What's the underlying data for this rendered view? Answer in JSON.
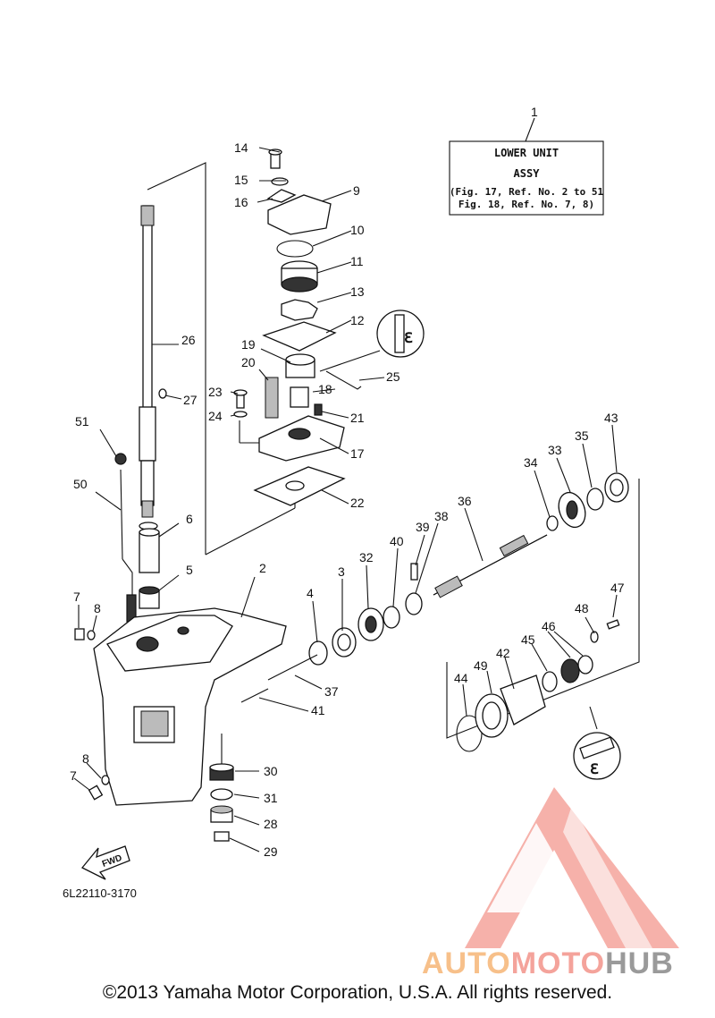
{
  "info_box": {
    "lines": [
      "LOWER UNIT",
      "ASSY",
      "(Fig. 17, Ref. No. 2 to 51",
      "Fig. 18, Ref. No. 7, 8)"
    ]
  },
  "part_code": "6L22110-3170",
  "fwd_label": "FWD",
  "watermark": {
    "part1": "AUTO",
    "part2": "MOTO",
    "part3": "HUB"
  },
  "copyright": "©2013 Yamaha Motor Corporation, U.S.A. All rights reserved.",
  "labels": [
    "1",
    "2",
    "3",
    "4",
    "5",
    "6",
    "7",
    "8",
    "9",
    "10",
    "11",
    "12",
    "13",
    "14",
    "15",
    "16",
    "17",
    "18",
    "19",
    "20",
    "21",
    "22",
    "23",
    "24",
    "25",
    "26",
    "27",
    "28",
    "29",
    "30",
    "31",
    "32",
    "33",
    "34",
    "35",
    "36",
    "37",
    "38",
    "39",
    "40",
    "41",
    "42",
    "43",
    "44",
    "45",
    "46",
    "47",
    "48",
    "49",
    "50",
    "51",
    "7",
    "8"
  ],
  "colors": {
    "line": "#111111",
    "watermark_red": "#f08a80",
    "watermark_orange": "#f7c08a",
    "watermark_gray": "#9a9a9a"
  }
}
